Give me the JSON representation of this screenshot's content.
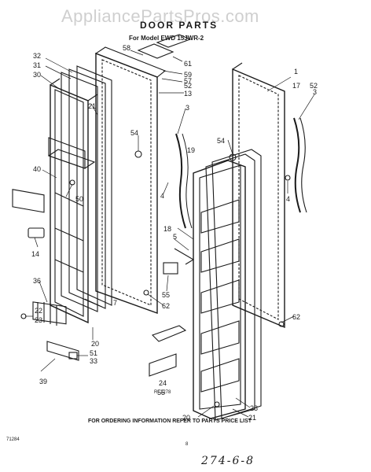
{
  "watermark": "AppliancePartsPros.com",
  "header": {
    "title": "DOOR PARTS",
    "model": "For Model EWD 15JWR-2"
  },
  "callouts": [
    "1",
    "3",
    "3",
    "4",
    "4",
    "5",
    "7",
    "13",
    "14",
    "17",
    "18",
    "19",
    "20",
    "20",
    "21",
    "21",
    "22",
    "23",
    "24",
    "28",
    "30",
    "31",
    "32",
    "33",
    "36",
    "39",
    "40",
    "50",
    "51",
    "52",
    "52",
    "54",
    "54",
    "55",
    "55",
    "57",
    "58",
    "59",
    "61",
    "62",
    "62"
  ],
  "drawing_number": "RI-1278",
  "footer": {
    "note": "FOR ORDERING INFORMATION REFER TO PARTS PRICE LIST",
    "code_left": "71284",
    "code_center": "8",
    "handwritten": "274-6-8"
  }
}
